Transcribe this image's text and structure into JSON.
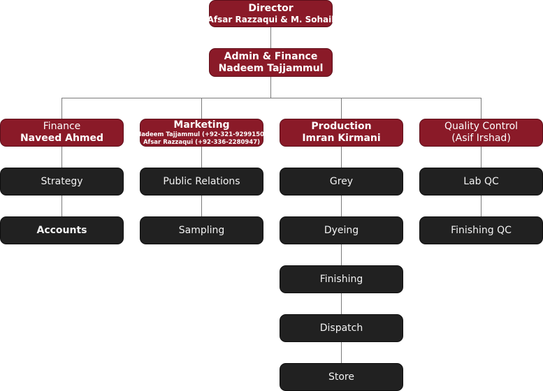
{
  "director": {
    "title": "Director",
    "names": "Afsar Razzaqui & M. Sohail"
  },
  "admin": {
    "title": "Admin & Finance",
    "name": "Nadeem Tajjammul"
  },
  "finance": {
    "title": "Finance",
    "name": "Naveed Ahmed"
  },
  "marketing": {
    "title": "Marketing",
    "contact1": "Nadeem Tajjammul (+92-321-9299150)",
    "contact2": "Afsar Razzaqui (+92-336-2280947)"
  },
  "production": {
    "title": "Production",
    "name": "Imran Kirmani"
  },
  "quality": {
    "title": "Quality Control",
    "name": "(Asif Irshad)"
  },
  "finance_units": [
    "Strategy",
    "Accounts"
  ],
  "marketing_units": [
    "Public Relations",
    "Sampling"
  ],
  "production_units": [
    "Grey",
    "Dyeing",
    "Finishing",
    "Dispatch",
    "Store"
  ],
  "quality_units": [
    "Lab QC",
    "Finishing QC"
  ],
  "colors": {
    "department_fill": "#8a1a28",
    "unit_fill": "#212121",
    "connector": "#7a7a7a"
  }
}
